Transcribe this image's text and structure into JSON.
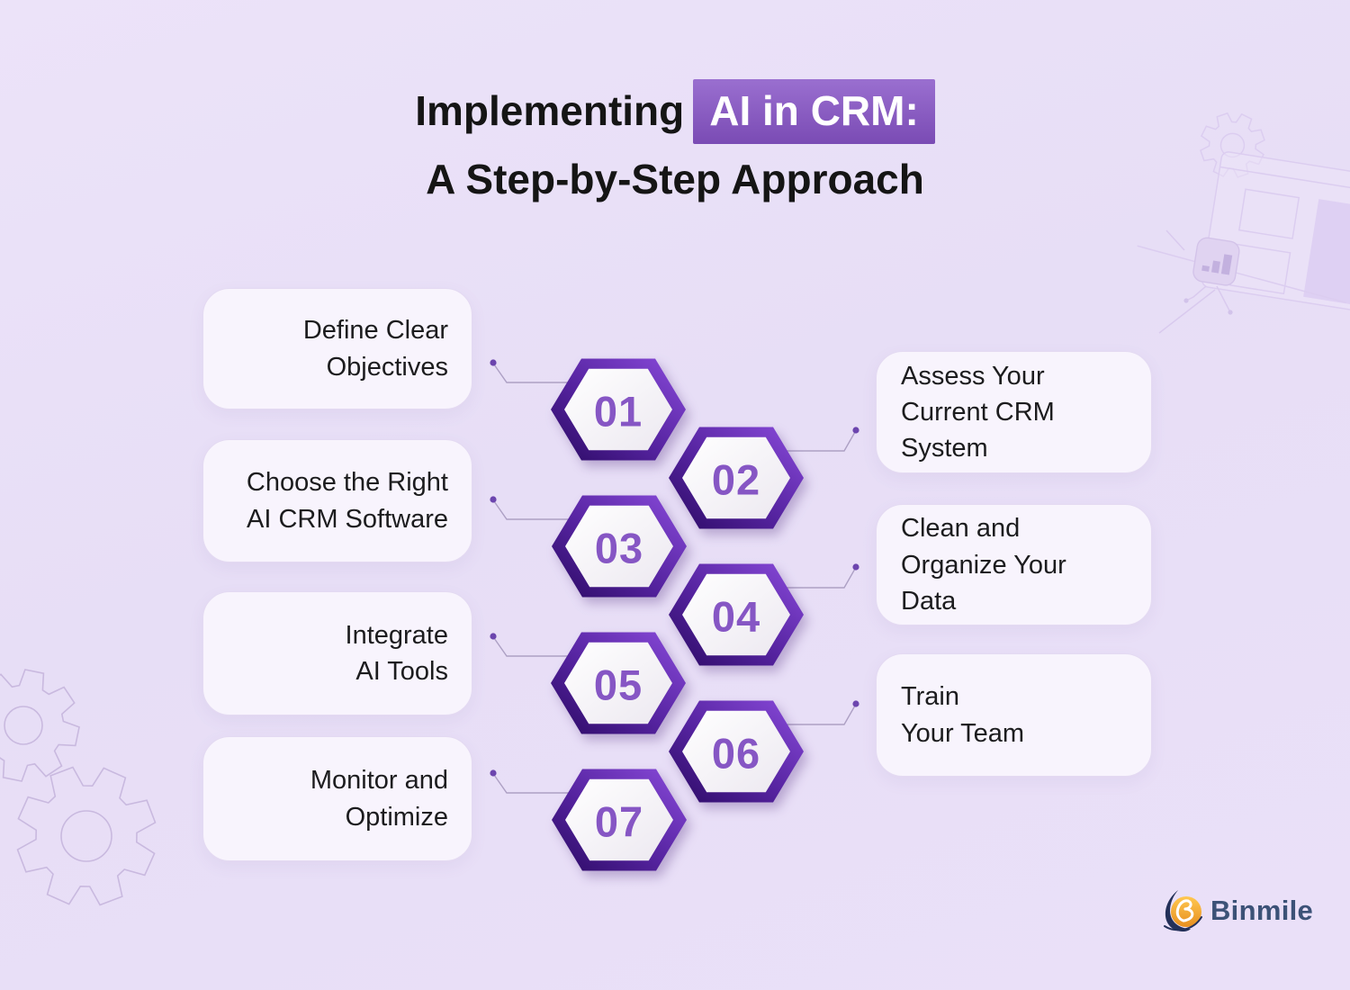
{
  "title": {
    "prefix": "Implementing",
    "highlight": "AI in CRM:",
    "line2": "A Step-by-Step Approach"
  },
  "steps": [
    {
      "num": "01",
      "label": "Define Clear\nObjectives"
    },
    {
      "num": "02",
      "label": "Assess Your\nCurrent CRM\nSystem"
    },
    {
      "num": "03",
      "label": "Choose the Right\nAI CRM Software"
    },
    {
      "num": "04",
      "label": "Clean and\nOrganize Your\nData"
    },
    {
      "num": "05",
      "label": "Integrate\nAI Tools"
    },
    {
      "num": "06",
      "label": "Train\nYour Team"
    },
    {
      "num": "07",
      "label": "Monitor and\nOptimize"
    }
  ],
  "logo": {
    "text": "Binmile"
  },
  "colors": {
    "background": "#E8DFF6",
    "title_highlight": "#7B4BB5",
    "hex_border_dark": "#2B0A63",
    "hex_border_light": "#8A4BDB",
    "step_number": "#8656C4",
    "connector": "#ADA0C4",
    "connector_dot": "#6C45AE",
    "box_fill": "#F8F4FD",
    "logo_text": "#3C5277",
    "logo_orange": "#F2A136",
    "logo_navy": "#233059"
  }
}
